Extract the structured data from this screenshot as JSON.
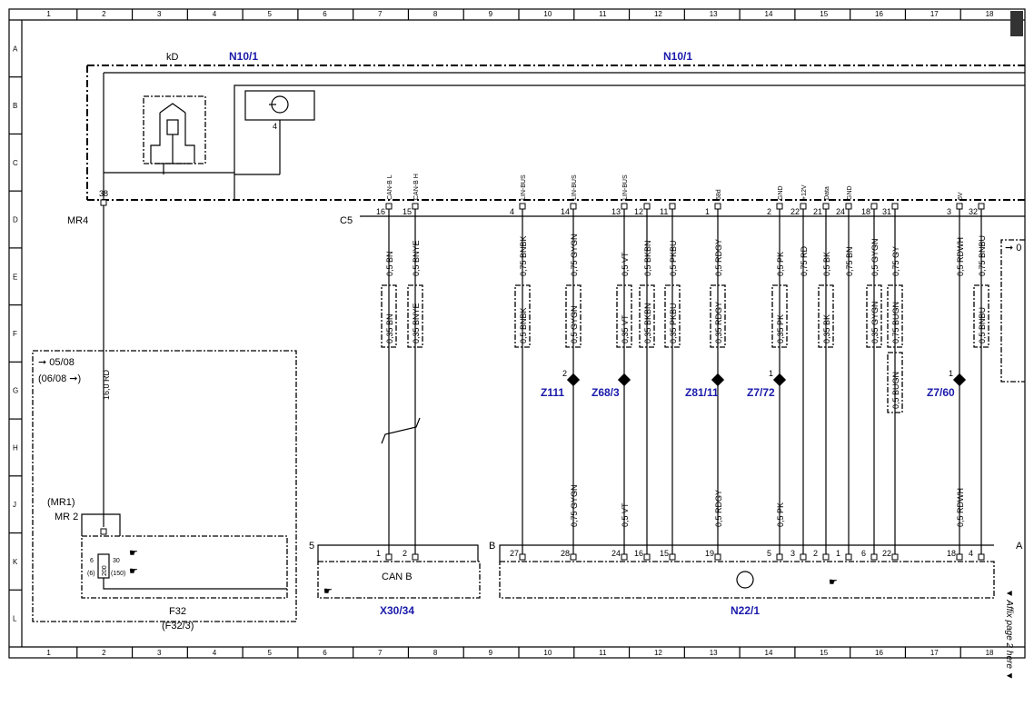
{
  "grid": {
    "cols": [
      "1",
      "2",
      "3",
      "4",
      "5",
      "6",
      "7",
      "8",
      "9",
      "10",
      "11",
      "12",
      "13",
      "14",
      "15",
      "16",
      "17",
      "18"
    ],
    "rows": [
      "A",
      "B",
      "C",
      "D",
      "E",
      "F",
      "G",
      "H",
      "J",
      "K",
      "L"
    ]
  },
  "components": {
    "kd": "kD",
    "n10_left": "N10/1",
    "n10_right": "N10/1",
    "c5": "C5",
    "mr4": "MR4",
    "pin38": "38",
    "pin4": "4",
    "f32": "F32",
    "f32_alt": "(F32/3)",
    "x30": "X30/34",
    "n22": "N22/1",
    "can_b": "CAN B",
    "conn5": "5",
    "connB": "B",
    "connA": "A",
    "mr1": "(MR1)",
    "mr2": "MR 2",
    "date1": "05/08",
    "date2": "(06/08",
    "fuse_a": "6",
    "fuse_b": "(6)",
    "fuse_c": "30",
    "fuse_d": "(150)",
    "fuse_e": "200",
    "arrow_zero": "0",
    "side_note": "▼ Affix page 2 here ▼"
  },
  "main_wire": "16,0 RD",
  "wires": [
    {
      "top_pin": "16",
      "signal": "CAN-B L",
      "upper": "0,5 BN",
      "mid": "0,35 BN",
      "lower": "",
      "bottom_pin": "1"
    },
    {
      "top_pin": "15",
      "signal": "CAN-B H",
      "upper": "0,5 BNYE",
      "mid": "0,35 BNYE",
      "lower": "",
      "bottom_pin": "2"
    },
    {
      "top_pin": "4",
      "signal": "LIN-BUS",
      "upper": "0,75 BNBK",
      "mid": "0,5 BNBK",
      "lower": "",
      "bottom_pin": "27"
    },
    {
      "top_pin": "14",
      "signal": "LIN-BUS",
      "upper": "0,75 GYGN",
      "mid": "0,5 GYGN",
      "lower": "0,75 GYGN",
      "bottom_pin": "28",
      "splice": "Z111",
      "splice_pin": "2"
    },
    {
      "top_pin": "13",
      "signal": "LIN-BUS",
      "upper": "0,5 VT",
      "mid": "0,35 VT",
      "lower": "0,5 VT",
      "bottom_pin": "24",
      "splice": "Z68/3"
    },
    {
      "top_pin": "12",
      "signal": "",
      "upper": "0,5 BKBN",
      "mid": "0,35 BKBN",
      "lower": "",
      "bottom_pin": "16"
    },
    {
      "top_pin": "11",
      "signal": "",
      "upper": "0,5 PKBU",
      "mid": "0,35 PKBU",
      "lower": "",
      "bottom_pin": "15"
    },
    {
      "top_pin": "1",
      "signal": "58d",
      "upper": "0,5 RDGY",
      "mid": "0,35 RDGY",
      "lower": "0,5 RDGY",
      "bottom_pin": "19",
      "splice": "Z81/11"
    },
    {
      "top_pin": "2",
      "signal": "GND",
      "upper": "0,5 PK",
      "mid": "0,35 PK",
      "lower": "0,5 PK",
      "bottom_pin": "5",
      "splice": "Z7/72",
      "splice_pin": "1"
    },
    {
      "top_pin": "22",
      "signal": "+12V",
      "upper": "0,75 RD",
      "mid": "",
      "lower": "",
      "bottom_pin": "3"
    },
    {
      "top_pin": "21",
      "signal": "Data",
      "upper": "0,5 BK",
      "mid": "0,35 BK",
      "lower": "",
      "bottom_pin": "2"
    },
    {
      "top_pin": "24",
      "signal": "GND",
      "upper": "0,75 BN",
      "mid": "",
      "lower": "",
      "bottom_pin": "1"
    },
    {
      "top_pin": "18",
      "signal": "",
      "upper": "0,5 GYGN",
      "mid": "0,35 GYGN",
      "lower": "",
      "bottom_pin": "6"
    },
    {
      "top_pin": "31",
      "signal": "",
      "upper": "0,75 GY",
      "mid": "0,75 BUGN",
      "lower": "0,5 BUGN",
      "bottom_pin": "22"
    },
    {
      "top_pin": "3",
      "signal": "5V",
      "upper": "0,5 RDWH",
      "mid": "",
      "lower": "0,5 RDWH",
      "bottom_pin": "18",
      "splice": "Z7/60",
      "splice_pin": "1"
    },
    {
      "top_pin": "32",
      "signal": "",
      "upper": "0,75 BNBU",
      "mid": "0,5 BNBU",
      "lower": "",
      "bottom_pin": "4"
    }
  ]
}
